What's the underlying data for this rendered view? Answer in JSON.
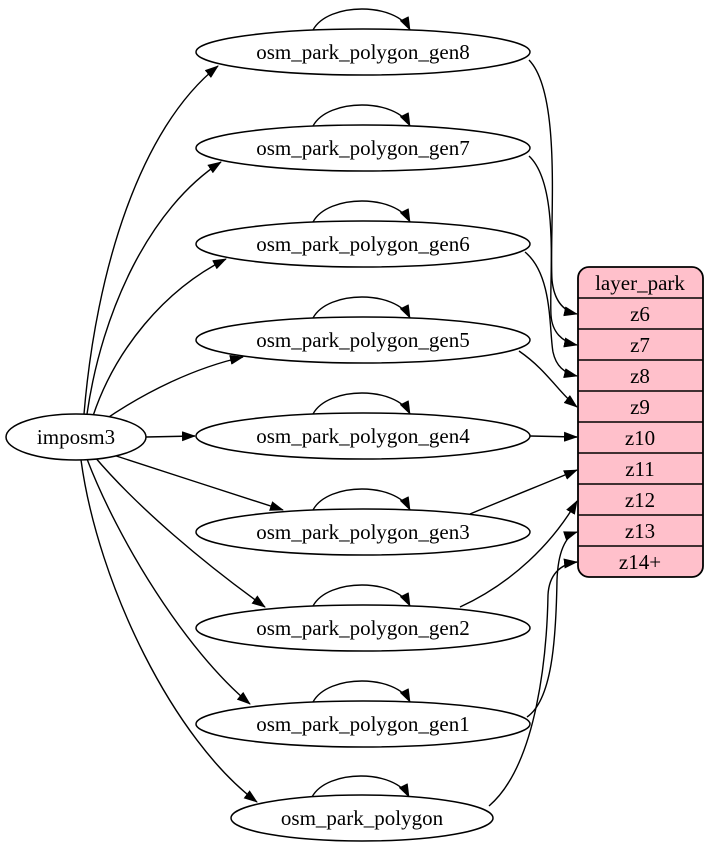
{
  "diagram": {
    "kind": "graphviz-digraph",
    "background": "#ffffff",
    "colors": {
      "node_fill": "#ffffff",
      "stroke": "#000000",
      "layer_table_fill": "#ffc0cb"
    },
    "source": {
      "label": "imposm3"
    },
    "generalized_tables": [
      {
        "label": "osm_park_polygon_gen8"
      },
      {
        "label": "osm_park_polygon_gen7"
      },
      {
        "label": "osm_park_polygon_gen6"
      },
      {
        "label": "osm_park_polygon_gen5"
      },
      {
        "label": "osm_park_polygon_gen4"
      },
      {
        "label": "osm_park_polygon_gen3"
      },
      {
        "label": "osm_park_polygon_gen2"
      },
      {
        "label": "osm_park_polygon_gen1"
      },
      {
        "label": "osm_park_polygon"
      }
    ],
    "layer_table": {
      "title": "layer_park",
      "fill": "#ffc0cb",
      "rows": [
        "z6",
        "z7",
        "z8",
        "z9",
        "z10",
        "z11",
        "z12",
        "z13",
        "z14+"
      ]
    },
    "edges": [
      {
        "from": "imposm3",
        "to": "osm_park_polygon_gen8"
      },
      {
        "from": "imposm3",
        "to": "osm_park_polygon_gen7"
      },
      {
        "from": "imposm3",
        "to": "osm_park_polygon_gen6"
      },
      {
        "from": "imposm3",
        "to": "osm_park_polygon_gen5"
      },
      {
        "from": "imposm3",
        "to": "osm_park_polygon_gen4"
      },
      {
        "from": "imposm3",
        "to": "osm_park_polygon_gen3"
      },
      {
        "from": "imposm3",
        "to": "osm_park_polygon_gen2"
      },
      {
        "from": "imposm3",
        "to": "osm_park_polygon_gen1"
      },
      {
        "from": "imposm3",
        "to": "osm_park_polygon"
      },
      {
        "from": "osm_park_polygon_gen8",
        "to": "osm_park_polygon_gen8",
        "type": "self-loop"
      },
      {
        "from": "osm_park_polygon_gen7",
        "to": "osm_park_polygon_gen7",
        "type": "self-loop"
      },
      {
        "from": "osm_park_polygon_gen6",
        "to": "osm_park_polygon_gen6",
        "type": "self-loop"
      },
      {
        "from": "osm_park_polygon_gen5",
        "to": "osm_park_polygon_gen5",
        "type": "self-loop"
      },
      {
        "from": "osm_park_polygon_gen4",
        "to": "osm_park_polygon_gen4",
        "type": "self-loop"
      },
      {
        "from": "osm_park_polygon_gen3",
        "to": "osm_park_polygon_gen3",
        "type": "self-loop"
      },
      {
        "from": "osm_park_polygon_gen2",
        "to": "osm_park_polygon_gen2",
        "type": "self-loop"
      },
      {
        "from": "osm_park_polygon_gen1",
        "to": "osm_park_polygon_gen1",
        "type": "self-loop"
      },
      {
        "from": "osm_park_polygon",
        "to": "osm_park_polygon",
        "type": "self-loop"
      },
      {
        "from": "osm_park_polygon_gen8",
        "to": "layer_park.z6"
      },
      {
        "from": "osm_park_polygon_gen7",
        "to": "layer_park.z7"
      },
      {
        "from": "osm_park_polygon_gen6",
        "to": "layer_park.z8"
      },
      {
        "from": "osm_park_polygon_gen5",
        "to": "layer_park.z9"
      },
      {
        "from": "osm_park_polygon_gen4",
        "to": "layer_park.z10"
      },
      {
        "from": "osm_park_polygon_gen3",
        "to": "layer_park.z11"
      },
      {
        "from": "osm_park_polygon_gen2",
        "to": "layer_park.z12"
      },
      {
        "from": "osm_park_polygon_gen1",
        "to": "layer_park.z13"
      },
      {
        "from": "osm_park_polygon",
        "to": "layer_park.z14+"
      }
    ]
  }
}
